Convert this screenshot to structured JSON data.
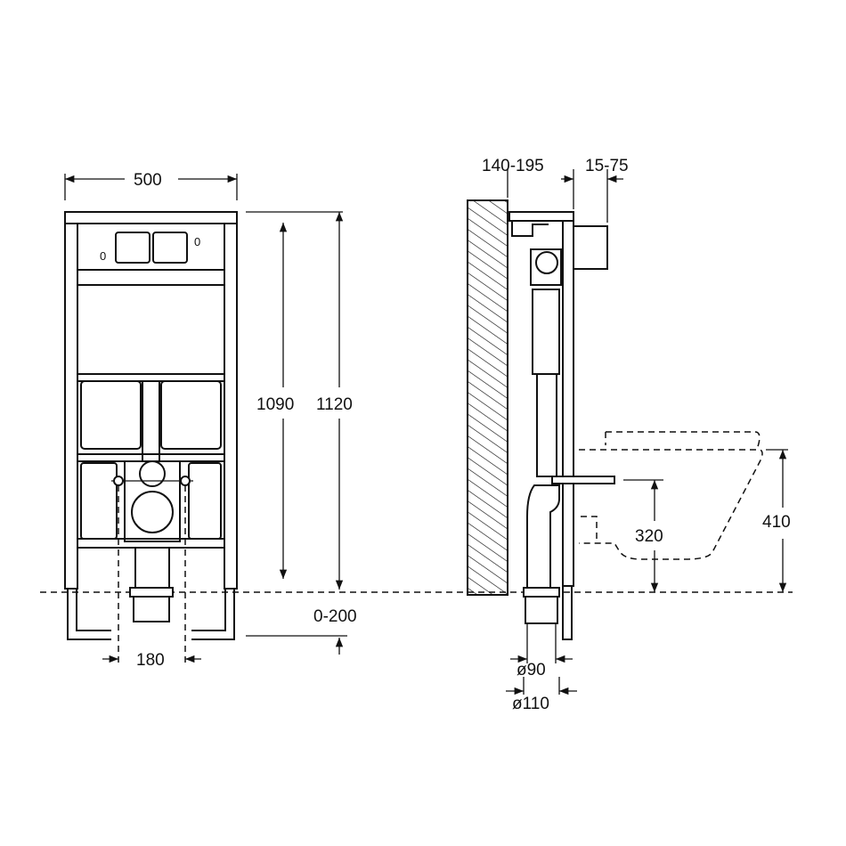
{
  "front_view": {
    "width_label": "500",
    "frame_height_label": "1090",
    "total_height_label": "1120",
    "leg_adjust_label": "0-200",
    "drain_spacing_label": "180",
    "plate_marks": [
      "0",
      "0"
    ]
  },
  "side_view": {
    "wall_depth_label": "140-195",
    "plate_offset_label": "15-75",
    "bowl_height_label": "410",
    "outlet_height_label": "320",
    "pipe_inner_label": "ø90",
    "pipe_outer_label": "ø110"
  }
}
